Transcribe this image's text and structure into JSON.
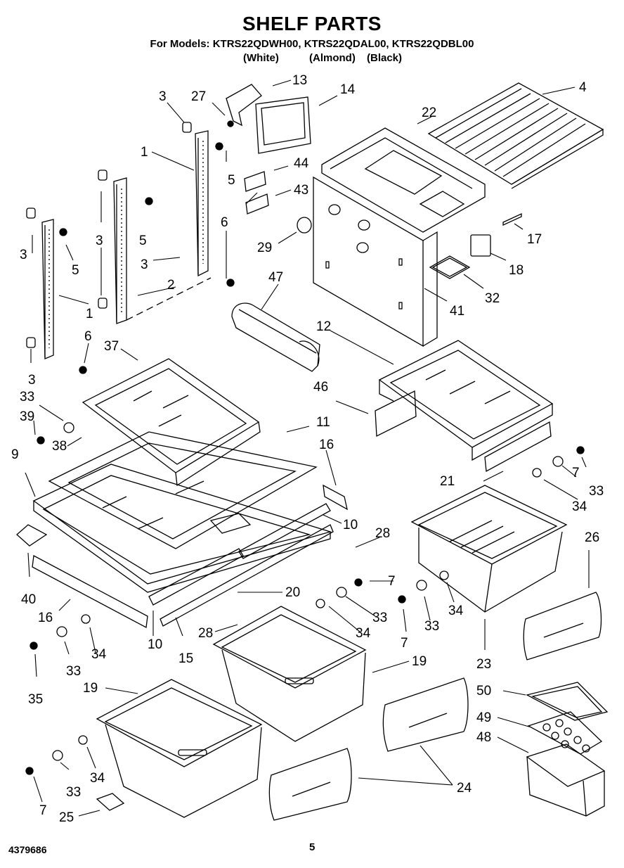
{
  "title": "SHELF PARTS",
  "models_line": "For Models: KTRS22QDWH00, KTRS22QDAL00, KTRS22QDBL00",
  "finishes": [
    "(White)",
    "(Almond)",
    "(Black)"
  ],
  "document_number": "4379686",
  "page_number": "5",
  "part_callouts": [
    "1",
    "2",
    "3",
    "4",
    "5",
    "6",
    "7",
    "9",
    "10",
    "11",
    "12",
    "13",
    "14",
    "15",
    "16",
    "17",
    "18",
    "19",
    "20",
    "21",
    "22",
    "23",
    "24",
    "25",
    "26",
    "27",
    "28",
    "29",
    "32",
    "33",
    "34",
    "35",
    "37",
    "38",
    "39",
    "40",
    "41",
    "43",
    "44",
    "46",
    "47",
    "48",
    "49",
    "50"
  ]
}
